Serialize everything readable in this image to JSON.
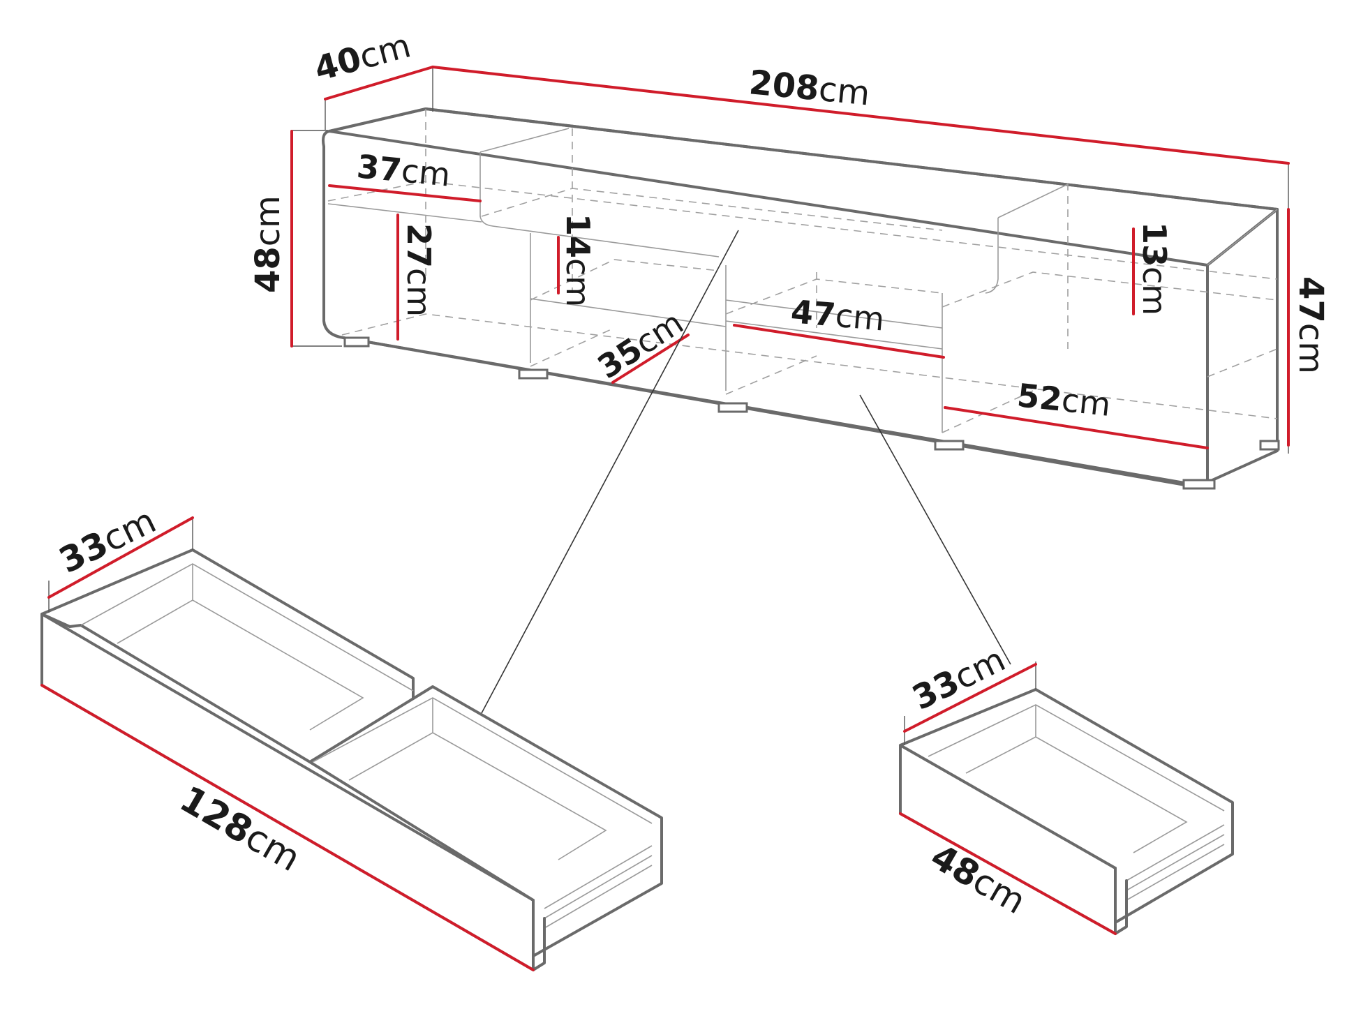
{
  "unit": "cm",
  "cabinet": {
    "width": "208",
    "depth": "40",
    "height_left": "48",
    "height_right": "47",
    "top_shelf_depth": "37",
    "left_compartment_height": "27",
    "center_drawer_height": "14",
    "center_drawer_depth": "35",
    "center_door_width": "47",
    "right_door_width": "52",
    "right_niche_height": "13"
  },
  "drawer_large": {
    "depth": "33",
    "length": "128"
  },
  "drawer_small": {
    "depth": "33",
    "length": "48"
  },
  "colors": {
    "dimension_line": "#d01c2a",
    "outline": "#6a6a6a",
    "background": "#ffffff"
  }
}
